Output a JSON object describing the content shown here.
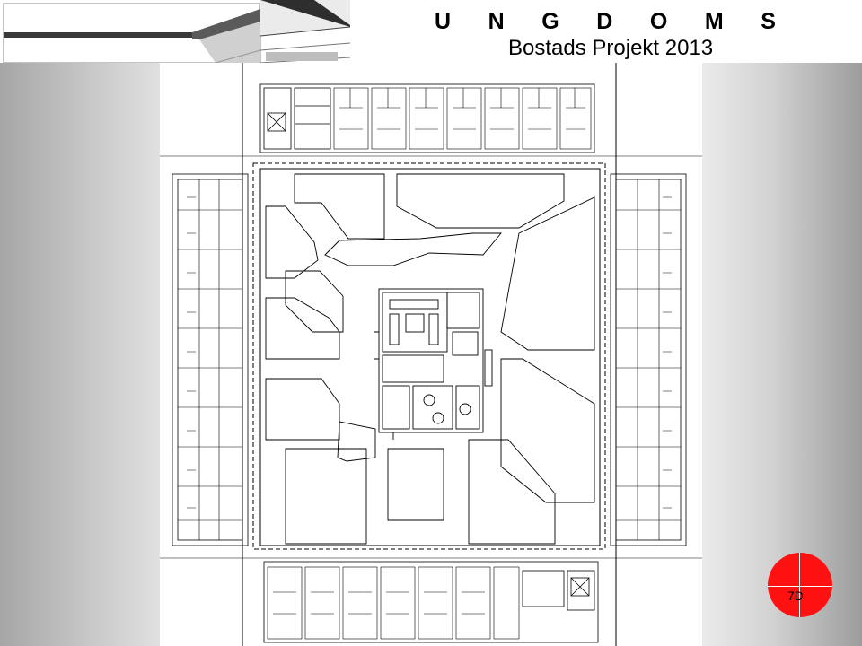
{
  "header": {
    "title_letters": [
      "U",
      "N",
      "G",
      "D",
      "O",
      "M",
      "S"
    ],
    "subtitle": "Bostads Projekt 2013"
  },
  "badge": {
    "label": "7D",
    "color": "#ff1111"
  },
  "colors": {
    "plan_line": "#000000",
    "panel_gray": "#c0c0c0"
  }
}
